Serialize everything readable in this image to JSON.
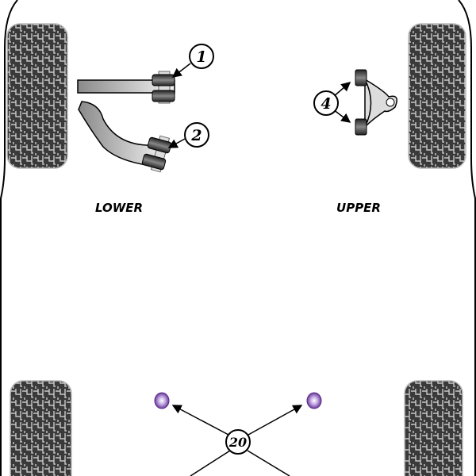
{
  "labels": {
    "lower": "LOWER",
    "upper": "UPPER"
  },
  "callouts": {
    "c1": "1",
    "c2": "2",
    "c4": "4",
    "c20": "20"
  },
  "colors": {
    "tire": "#3a3a3a",
    "tread": "#c8c8c8",
    "bush_purple": "#7a4aa8",
    "outline": "#000000"
  }
}
